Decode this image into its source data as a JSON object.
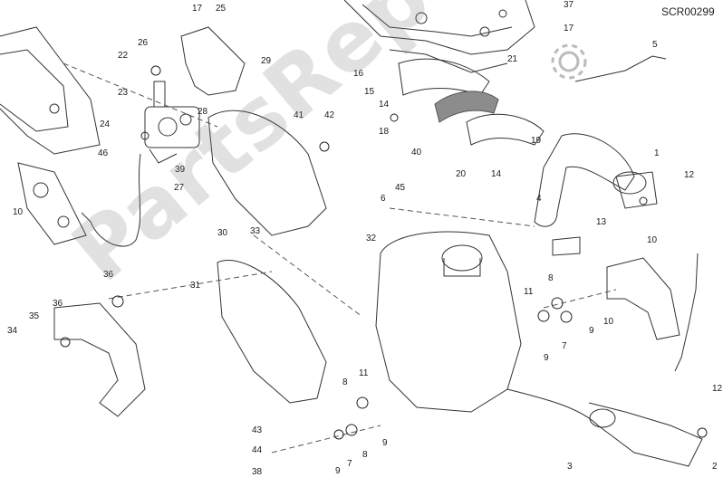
{
  "diagram": {
    "code": "SCR00299",
    "watermark_text": "PartsRepublik",
    "callouts": [
      "1",
      "2",
      "3",
      "4",
      "5",
      "6",
      "7",
      "8",
      "9",
      "10",
      "11",
      "12",
      "13",
      "14",
      "15",
      "16",
      "17",
      "18",
      "19",
      "20",
      "21",
      "22",
      "23",
      "24",
      "25",
      "26",
      "27",
      "28",
      "29",
      "30",
      "31",
      "32",
      "33",
      "34",
      "35",
      "36",
      "37",
      "38",
      "39",
      "40",
      "41",
      "42",
      "43",
      "44",
      "45",
      "46"
    ]
  },
  "colors": {
    "line": "#333333",
    "watermark": "#9a9a9a",
    "heat_shield": "#8c8c8c"
  }
}
